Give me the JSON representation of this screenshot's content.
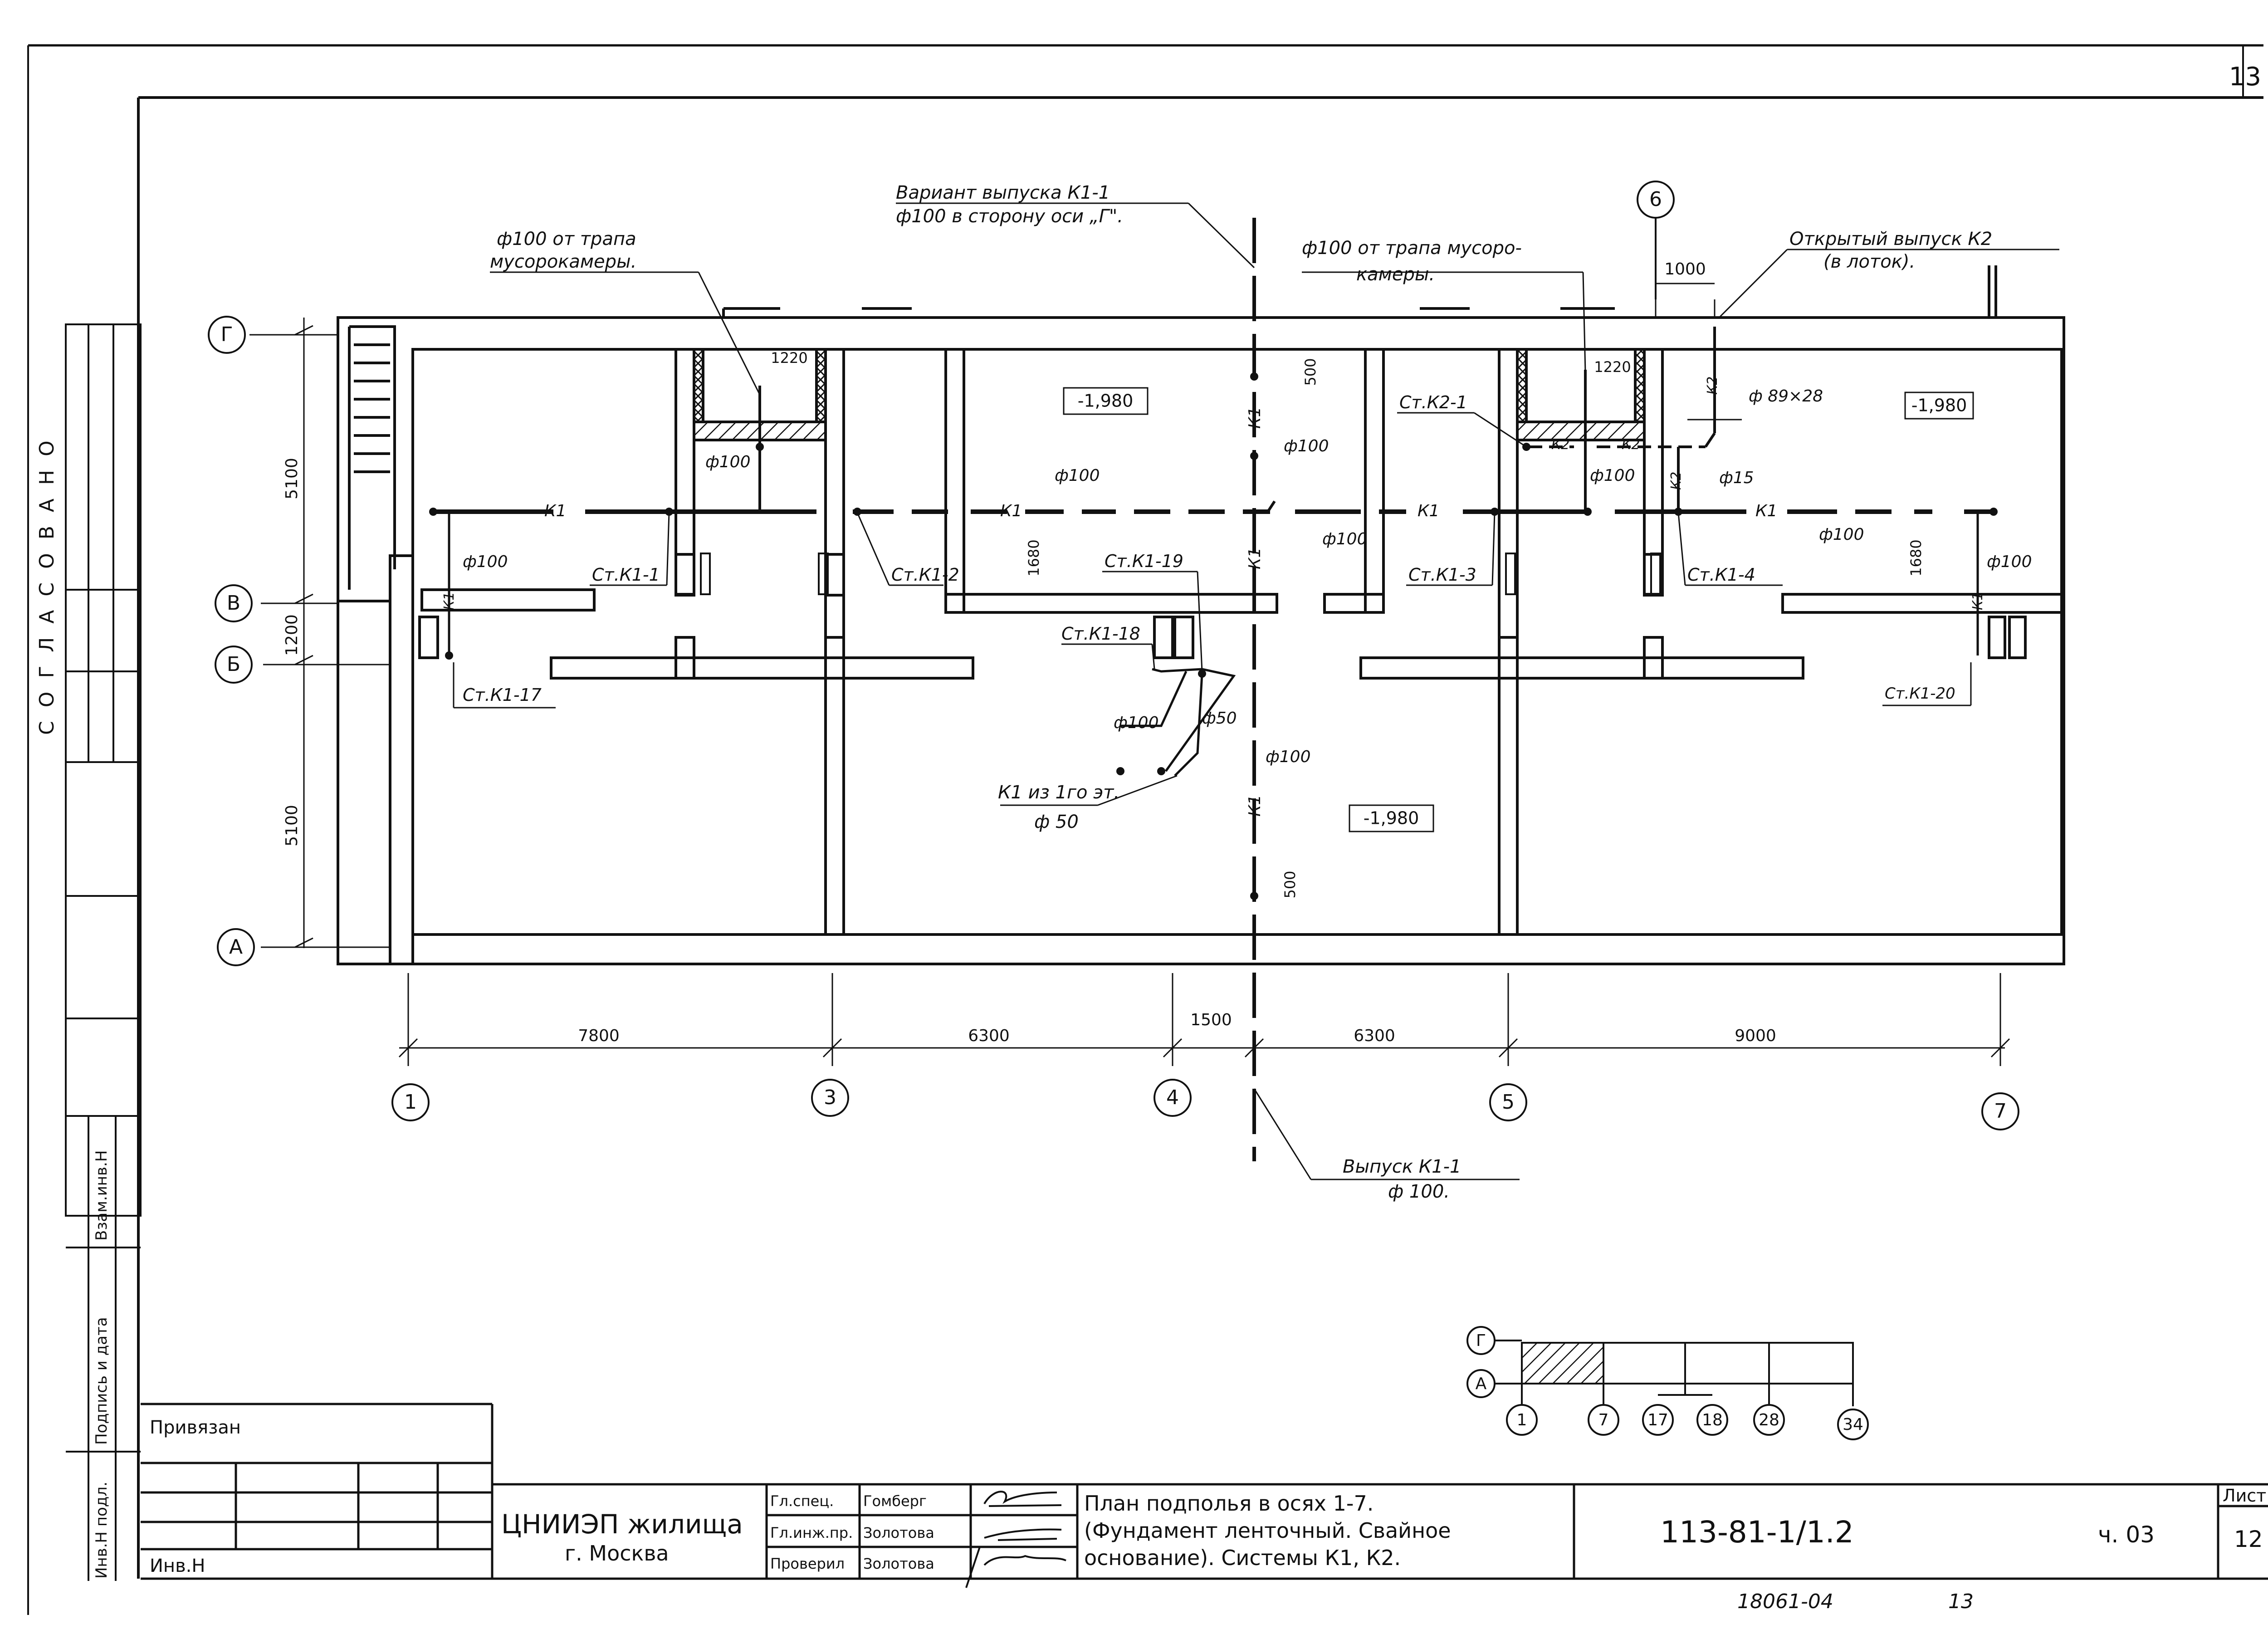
{
  "sheet": {
    "page_number": "13",
    "approval_label": "СОГЛАСОВАНО",
    "side_labels": {
      "inv_podl": "Инв.Н подл.",
      "podpis_data": "Подпись и дата",
      "vzam_inv": "Взам.инв.Н"
    }
  },
  "plan": {
    "axes_letters": [
      "Г",
      "В",
      "Б",
      "А"
    ],
    "axes_numbers": [
      "1",
      "3",
      "4",
      "5",
      "7"
    ],
    "axis_6": "6",
    "dims_vertical": [
      "5100",
      "1200",
      "5100"
    ],
    "dims_horizontal": [
      "7800",
      "6300",
      "1500",
      "6300",
      "9000"
    ],
    "small_dims": {
      "d1220_left": "1220",
      "d1220_right": "1220",
      "d500_top": "500",
      "d500_bottom": "500",
      "d1680_left": "1680",
      "d1680_right": "1680",
      "d1000": "1000"
    },
    "levels": [
      "-1,980",
      "-1,980",
      "-1,980"
    ],
    "notes": {
      "variant_line1": "Вариант выпуска К1-1",
      "variant_line2": "ф100 в сторону оси „Г\".",
      "trap_left_1": "ф100 от трапа",
      "trap_left_2": "мусорокамеры.",
      "trap_right_1": "ф100 от трапа мусоро-",
      "trap_right_2": "камеры.",
      "open_outlet_1": "Открытый выпуск К2",
      "open_outlet_2": "(в лоток).",
      "outlet_1": "Выпуск К1-1",
      "outlet_2": "ф 100.",
      "k1_from_floor_1": "К1 из 1го эт.",
      "k1_from_floor_2": "ф 50"
    },
    "pipe_labels": {
      "k1": "К1",
      "k2": "К2",
      "d100": "ф100",
      "d50": "ф50",
      "d15": "ф15",
      "d89x28": "ф 89×28"
    },
    "risers": [
      "Ст.К1-1",
      "Ст.К1-2",
      "Ст.К1-19",
      "Ст.К1-18",
      "Ст.К1-3",
      "Ст.К1-4",
      "Ст.К1-17",
      "Ст.К1-20",
      "Ст.К2-1"
    ]
  },
  "key_plan": {
    "letters": [
      "Г",
      "А"
    ],
    "numbers": [
      "1",
      "7",
      "17",
      "18",
      "28",
      "34"
    ]
  },
  "title_block": {
    "privyazan": "Привязан",
    "inv_n": "Инв.Н",
    "org_line1": "ЦНИИЭП жилища",
    "org_line2": "г. Москва",
    "roles": [
      {
        "role": "Гл.спец.",
        "name": "Гомберг"
      },
      {
        "role": "Гл.инж.пр.",
        "name": "Золотова"
      },
      {
        "role": "Проверил",
        "name": "Золотова"
      }
    ],
    "title_lines": [
      "План подполья в осях 1-7.",
      "(Фундамент ленточный. Свайное",
      "основание). Системы К1, К2."
    ],
    "code": "113-81-1/1.2",
    "part": "ч. 03",
    "sheet_label": "Лист",
    "sheet_no": "12",
    "footer_inv": "18061-04",
    "footer_page": "13"
  },
  "colors": {
    "ink": "#111111",
    "paper": "#ffffff"
  }
}
